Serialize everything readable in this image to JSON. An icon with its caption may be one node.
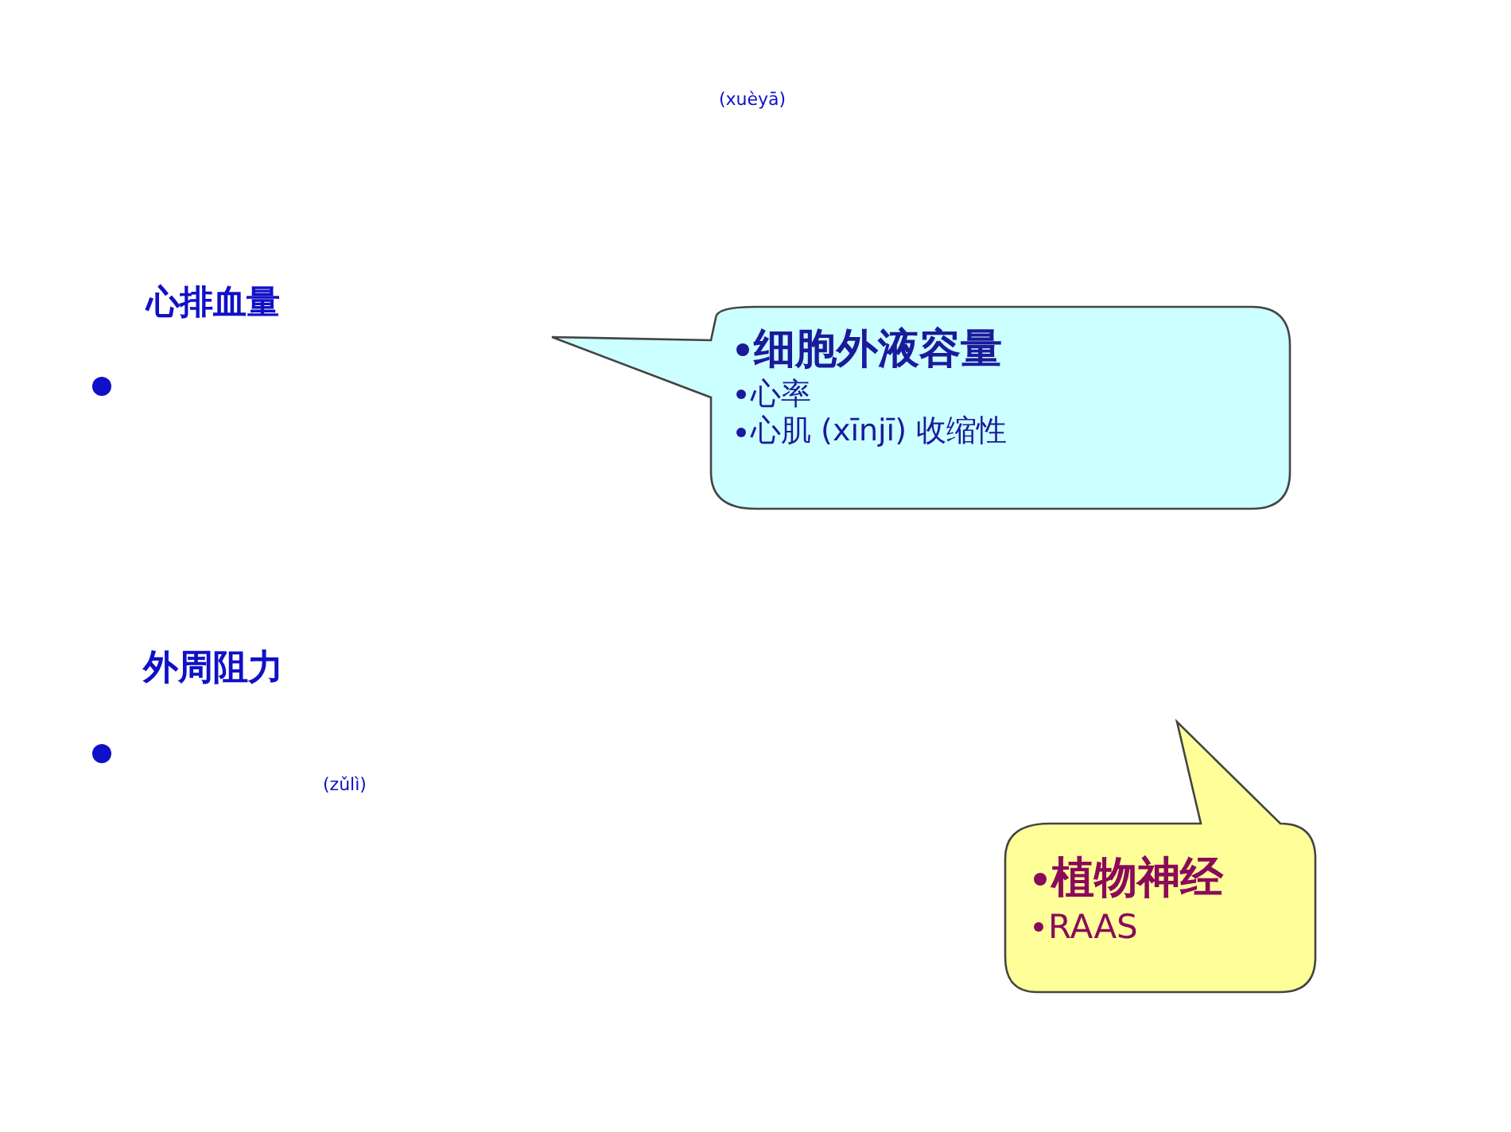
{
  "diagram": {
    "nodes": [
      {
        "text": [
          "细胞外液容量",
          "心率",
          "心肌 (xīnjī) 收缩性"
        ]
      },
      {
        "text": [
          "植物神经",
          "RAAS"
        ]
      }
    ],
    "labels": [
      "(xuèyā)",
      "心排血量",
      "外周阻力",
      "(zǔlì)"
    ]
  }
}
